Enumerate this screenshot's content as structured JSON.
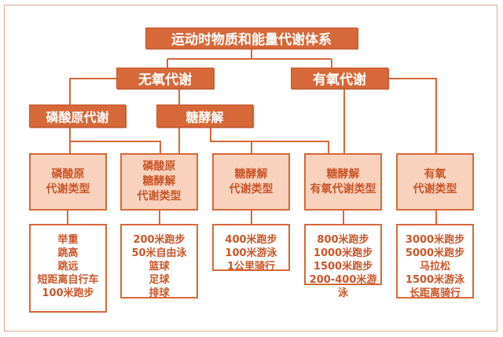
{
  "title": "运动时物质和能量代谢体系",
  "level2": {
    "anaerobic": "无氧代谢",
    "aerobic": "有氧代谢"
  },
  "level3": {
    "phosphagen": "磷酸原代谢",
    "glycolysis": "糖酵解"
  },
  "types": [
    {
      "lines": [
        "磷酸原",
        "代谢类型"
      ],
      "examples": [
        "举重",
        "跳高",
        "跳远",
        "短距离自行车",
        "100米跑步"
      ]
    },
    {
      "lines": [
        "磷酸原",
        "糖酵解",
        "代谢类型"
      ],
      "examples": [
        "200米跑步",
        "50米自由泳",
        "篮球",
        "足球",
        "排球"
      ]
    },
    {
      "lines": [
        "糖酵解",
        "代谢类型"
      ],
      "examples": [
        "400米跑步",
        "100米游泳",
        "1公里骑行"
      ]
    },
    {
      "lines": [
        "糖酵解",
        "有氧代谢类型"
      ],
      "examples": [
        "800米跑步",
        "1000米跑步",
        "1500米跑步",
        "200-400米游泳"
      ]
    },
    {
      "lines": [
        "有氧",
        "代谢类型"
      ],
      "examples": [
        "3000米跑步",
        "5000米跑步",
        "马拉松",
        "1500米游泳",
        "长距离骑行"
      ]
    }
  ],
  "colors": {
    "accent": "#d6683a",
    "light": "#f8d2bd",
    "text": "#c9562a"
  }
}
